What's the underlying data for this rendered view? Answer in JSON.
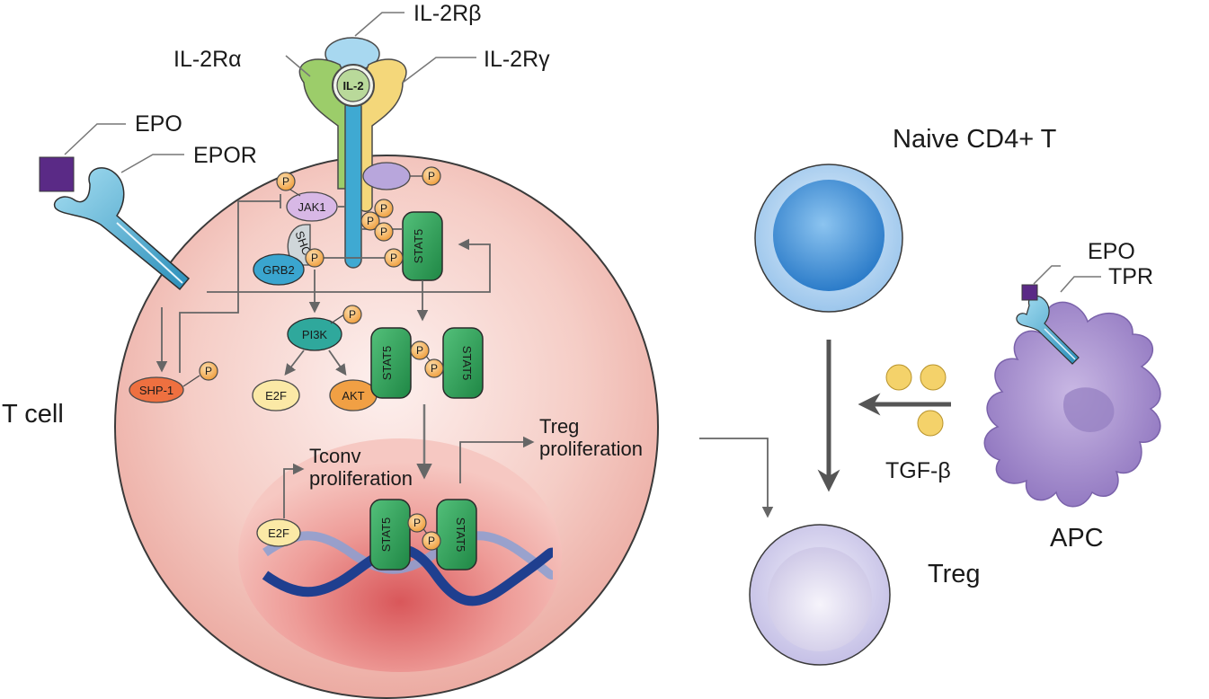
{
  "colors": {
    "cell_fill": "#f2c2bb",
    "nucleus_fill": "#e67f7f",
    "stat5": "#2e9e57",
    "phospho": "#f7b25e",
    "receptor_alpha": "#9ccd6a",
    "receptor_beta": "#a8d8f0",
    "receptor_gamma": "#f4d77a",
    "epo": "#5a2a86",
    "epor": "#3fa9d2",
    "naive_cell": "#4e9ad8",
    "treg_cell": "#c6c2e6",
    "apc": "#a890cf",
    "tgf_beta": "#f4d26a",
    "dna": "#1f3f8f"
  },
  "labels": {
    "il2rb": "IL-2Rβ",
    "il2ra": "IL-2Rα",
    "il2rg": "IL-2Rγ",
    "il2": "IL-2",
    "epo": "EPO",
    "epor": "EPOR",
    "tcell": "T cell",
    "naive": "Naive CD4+ T",
    "treg": "Treg",
    "apc": "APC",
    "apc_epo": "EPO",
    "tpr": "TPR",
    "tgfb": "TGF-β",
    "tconv_1": "Tconv",
    "tconv_2": "proliferation",
    "treg_prolif_1": "Treg",
    "treg_prolif_2": "proliferation"
  },
  "molecules": {
    "jak1": "JAK1",
    "shc": "SHC",
    "grb2": "GRB2",
    "stat5": "STAT5",
    "pi3k": "PI3K",
    "e2f": "E2F",
    "akt": "AKT",
    "shp1": "SHP-1",
    "p": "P"
  }
}
